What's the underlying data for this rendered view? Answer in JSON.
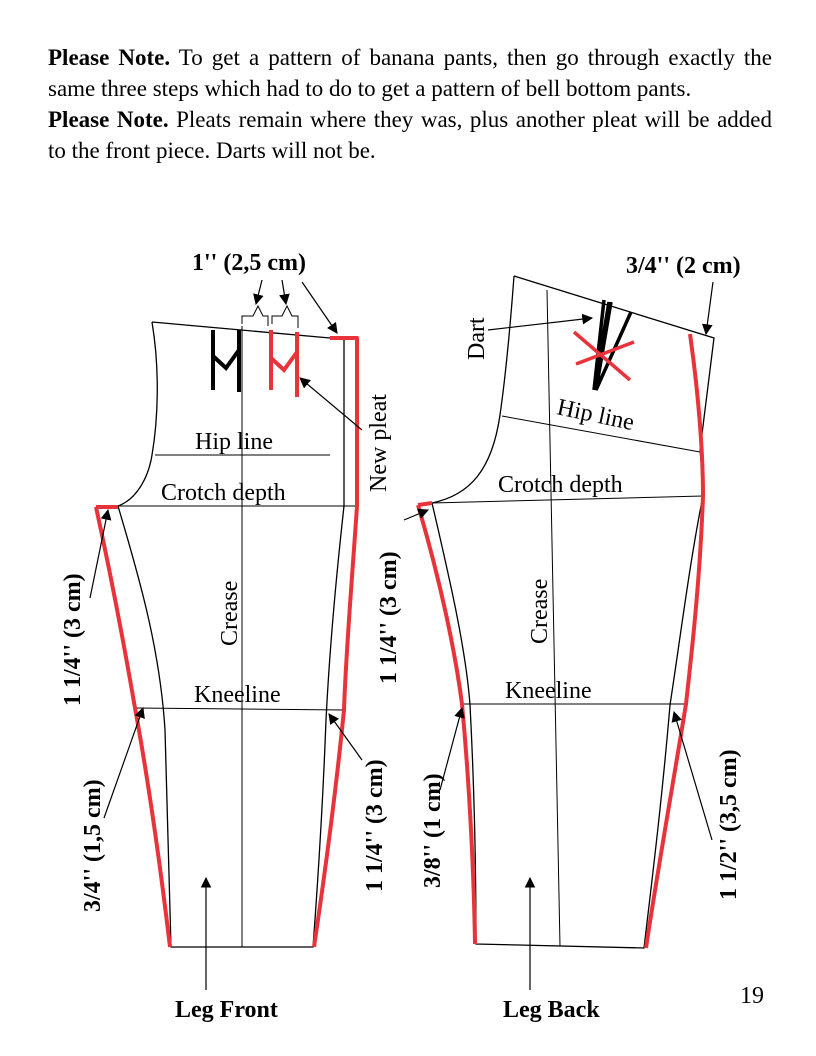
{
  "notes": [
    {
      "bold": "Please Note.",
      "text": " To get a pattern of banana pants, then go through exactly the same three steps which had to do to get a pattern of bell bottom pants."
    },
    {
      "bold": "Please Note.",
      "text": " Pleats remain where they was, plus another pleat will be added to the front piece. Darts will not be."
    }
  ],
  "front": {
    "measure_top": "1'' (2,5 cm)",
    "new_pleat": "New pleat",
    "hip_line": "Hip line",
    "crotch_depth": "Crotch depth",
    "crease": "Crease",
    "kneeline": "Kneeline",
    "measure_left_upper": "1 1/4'' (3 cm)",
    "measure_left_lower": "3/4'' (1,5 cm)",
    "measure_right": "1 1/4'' (3 cm)",
    "caption": "Leg Front"
  },
  "back": {
    "measure_top": "3/4'' (2 cm)",
    "dart": "Dart",
    "hip_line": "Hip line",
    "crotch_depth": "Crotch depth",
    "crease": "Crease",
    "kneeline": "Kneeline",
    "measure_left_upper": "1 1/4'' (3 cm)",
    "measure_left_lower": "3/8'' (1 cm)",
    "measure_right": "1 1/2'' (3,5 cm)",
    "caption": "Leg Back"
  },
  "page_number": "19",
  "colors": {
    "adjustment": "#e8333a",
    "outline": "#000000"
  }
}
